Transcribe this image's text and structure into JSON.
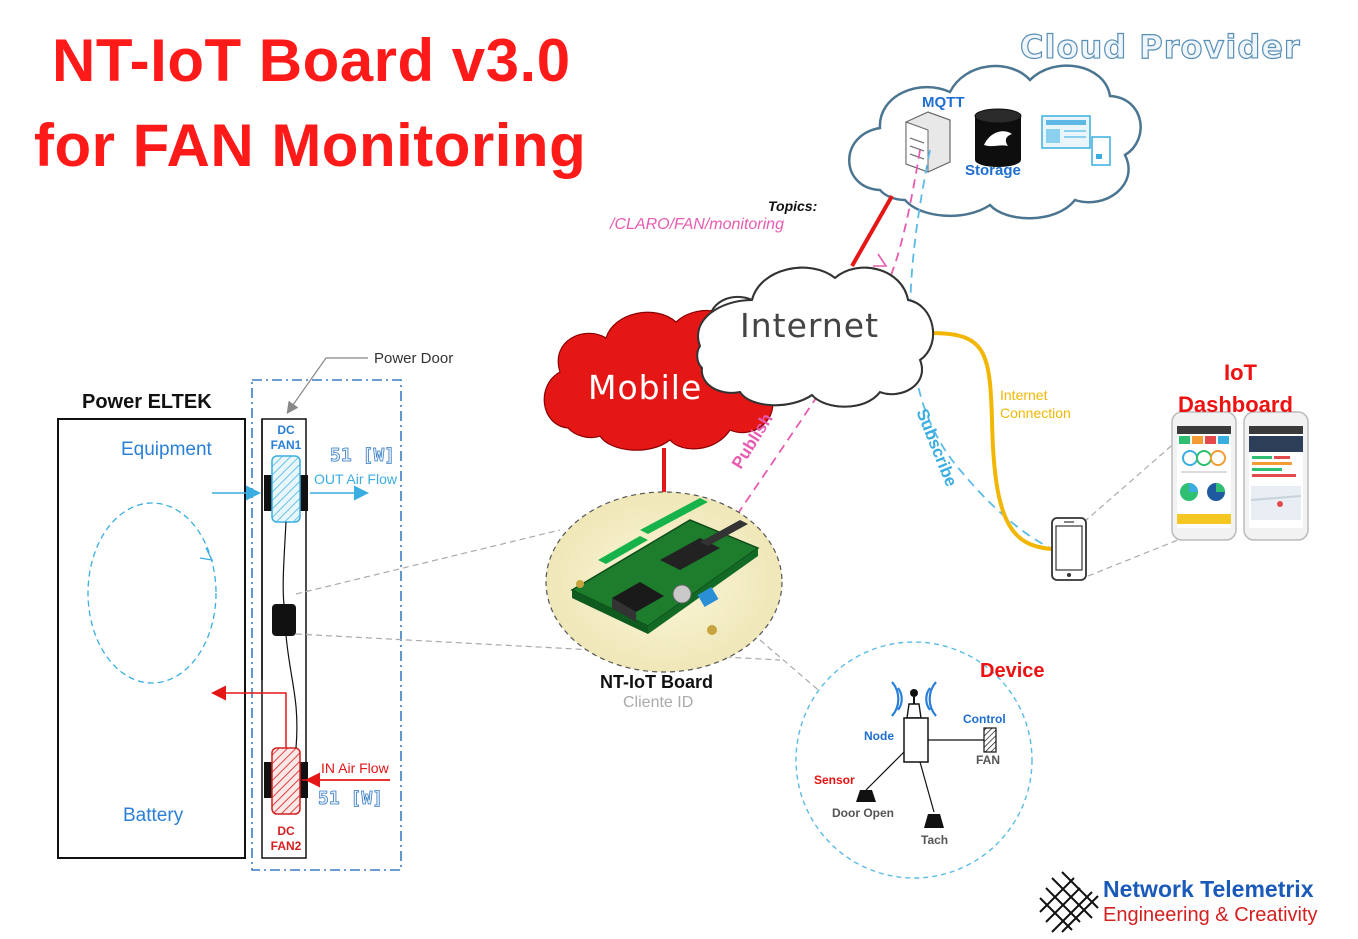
{
  "title": {
    "line1": "NT-IoT Board v3.0",
    "line2": "for FAN Monitoring"
  },
  "cloud": {
    "heading": "Cloud Provider",
    "mqtt": "MQTT",
    "storage": "Storage"
  },
  "topics": {
    "label": "Topics:",
    "value": "/CLARO/FAN/monitoring"
  },
  "network": {
    "internet": "Internet",
    "mobile": "Mobile",
    "publish": "Publish",
    "subscribe": "Subscribe",
    "connection": "Internet\nConnection"
  },
  "iot_dashboard": {
    "line1": "IoT",
    "line2": "Dashboard"
  },
  "power": {
    "heading": "Power ELTEK",
    "door": "Power Door",
    "equipment": "Equipment",
    "battery": "Battery",
    "fan1": {
      "line1": "DC",
      "line2": "FAN1"
    },
    "fan2": {
      "line1": "DC",
      "line2": "FAN2"
    },
    "out_power": "51 [W]",
    "out_flow": "OUT Air Flow",
    "in_flow": "IN Air Flow",
    "in_power": "51 [W]"
  },
  "board": {
    "name": "NT-IoT Board",
    "client": "Cliente ID"
  },
  "device": {
    "heading": "Device",
    "node": "Node",
    "control": "Control",
    "fan": "FAN",
    "sensor": "Sensor",
    "door_open": "Door Open",
    "tach": "Tach"
  },
  "footer": {
    "company": "Network Telemetrix",
    "tagline": "Engineering & Creativity"
  },
  "colors": {
    "red": "#ff1a1a",
    "blue": "#1f6fd1",
    "cyan": "#3aaee0",
    "amber": "#f2b705",
    "pink": "#e75bb0"
  }
}
